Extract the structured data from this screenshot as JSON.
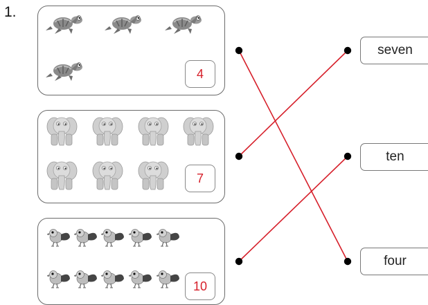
{
  "question": {
    "number": "1."
  },
  "groups": [
    {
      "animal": "turtle-icon",
      "count": 4,
      "answer": "4"
    },
    {
      "animal": "elephant-icon",
      "count": 7,
      "answer": "7"
    },
    {
      "animal": "bird-icon",
      "count": 10,
      "answer": "10"
    }
  ],
  "words": [
    "seven",
    "ten",
    "four"
  ],
  "colors": {
    "line": "#d61f2a",
    "answer_text": "#d61f2a",
    "dot": "#000000"
  },
  "matches": [
    {
      "group": 1,
      "word": 3
    },
    {
      "group": 2,
      "word": 1
    },
    {
      "group": 3,
      "word": 2
    }
  ]
}
